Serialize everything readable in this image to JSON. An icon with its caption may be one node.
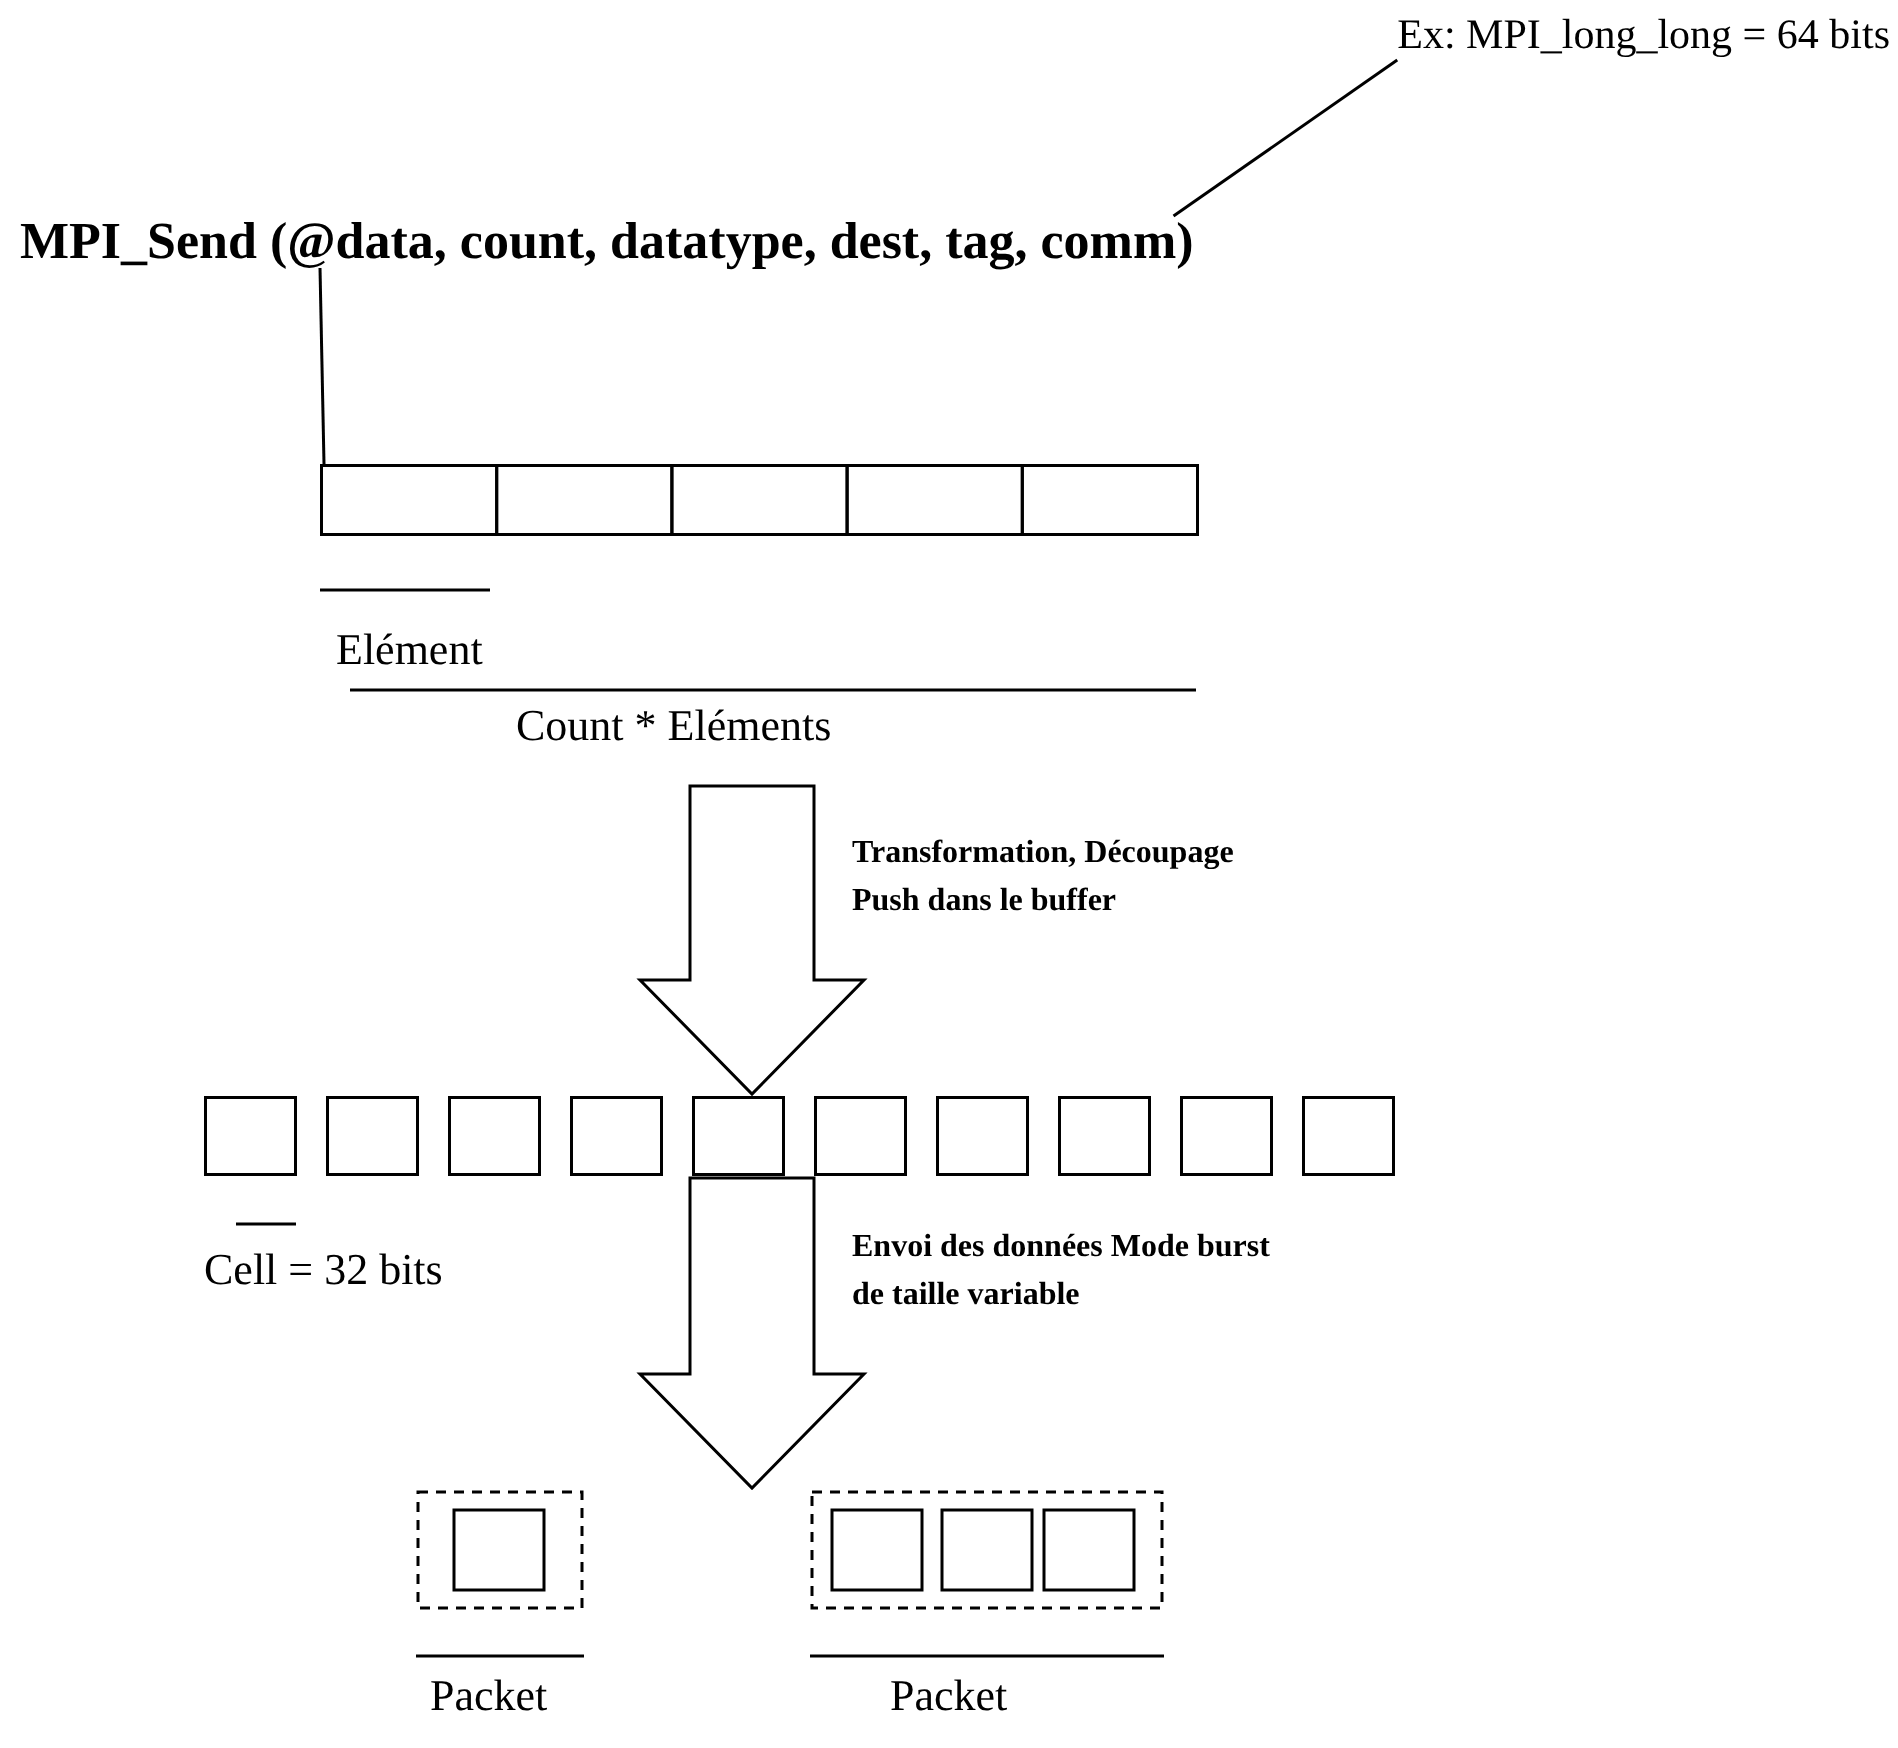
{
  "diagram": {
    "nodes": [
      {
        "text": [
          "MPI_Send (@data, count, datatype, dest, tag, comm)"
        ]
      },
      {
        "text": [
          "Ex: MPI_long_long = 64 bits"
        ]
      },
      {
        "text": [],
        "shape": "bar",
        "beside": [
          "Elément",
          "Count * Eléments"
        ]
      },
      {
        "text": [],
        "shape": "bar",
        "beside": [
          "Cell = 32 bits"
        ]
      },
      {
        "text": [],
        "shape": "box",
        "beside": [
          "Packet"
        ]
      },
      {
        "text": [],
        "shape": "box",
        "beside": [
          "Packet"
        ]
      }
    ],
    "edges": [
      {
        "from": 1,
        "to": 0,
        "arrow": "none"
      },
      {
        "from": 0,
        "to": 2,
        "arrow": "none"
      },
      {
        "from": 2,
        "to": 3,
        "arrow": "to",
        "style": "thick",
        "label": "Transformation, Découpage Push dans le buffer"
      },
      {
        "from": 3,
        "to": 4,
        "arrow": "to",
        "style": "thick",
        "label": "Envoi des données Mode burst de taille variable"
      },
      {
        "from": 3,
        "to": 5,
        "arrow": "to",
        "style": "thick"
      }
    ]
  }
}
